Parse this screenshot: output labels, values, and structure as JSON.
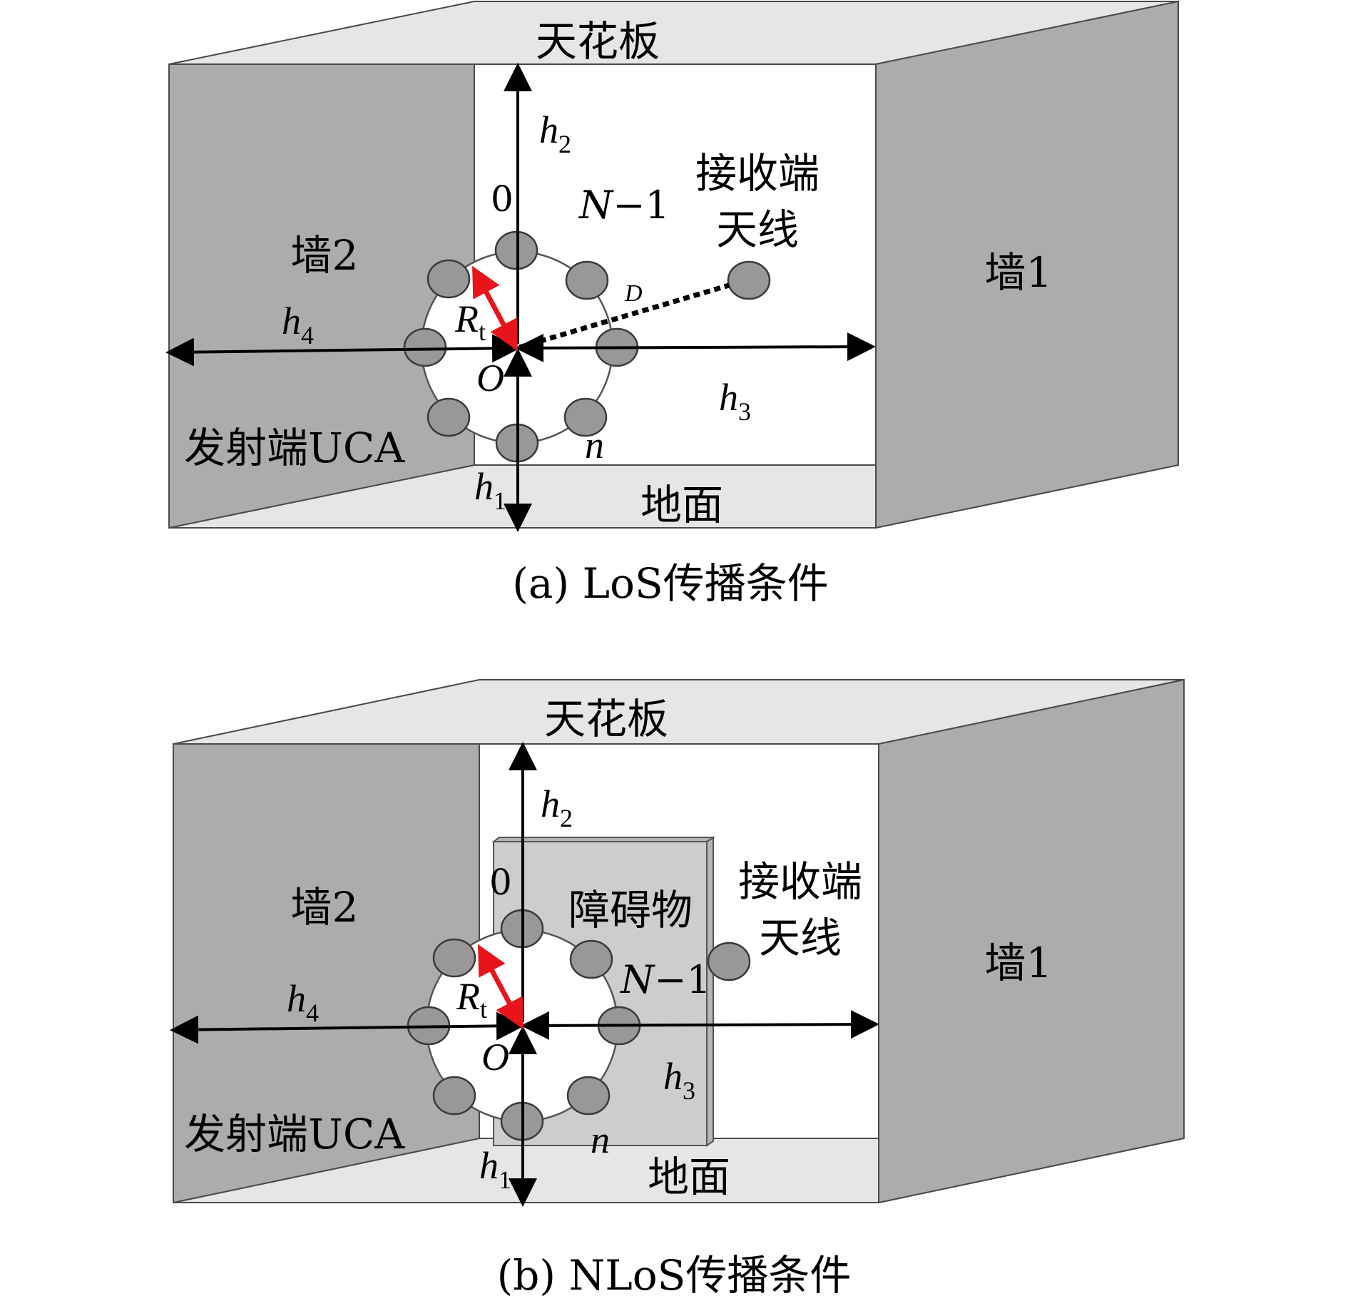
{
  "panel_a": {
    "ceiling": "天花板",
    "floor": "地面",
    "wall1": "墙1",
    "wall2": "墙2",
    "rx_line1": "接收端",
    "rx_line2": "天线",
    "tx": "发射端UCA",
    "origin": "O",
    "radius_main": "R",
    "radius_sub": "t",
    "h1_main": "h",
    "h1_sub": "1",
    "h2_main": "h",
    "h2_sub": "2",
    "h3_main": "h",
    "h3_sub": "3",
    "h4_main": "h",
    "h4_sub": "4",
    "index_zero": "0",
    "index_last_italic": "N",
    "index_last_rest": "−1",
    "index_n": "n",
    "distance": "D",
    "caption": "(a) LoS传播条件"
  },
  "panel_b": {
    "ceiling": "天花板",
    "floor": "地面",
    "wall1": "墙1",
    "wall2": "墙2",
    "rx_line1": "接收端",
    "rx_line2": "天线",
    "tx": "发射端UCA",
    "obstacle": "障碍物",
    "origin": "O",
    "radius_main": "R",
    "radius_sub": "t",
    "h1_main": "h",
    "h1_sub": "1",
    "h2_main": "h",
    "h2_sub": "2",
    "h3_main": "h",
    "h3_sub": "3",
    "h4_main": "h",
    "h4_sub": "4",
    "index_zero": "0",
    "index_last_italic": "N",
    "index_last_rest": "−1",
    "index_n": "n",
    "caption": "(b) NLoS传播条件"
  },
  "colors": {
    "wall": "#aeacab",
    "ceiling_floor": "#e6e6e6",
    "antenna": "#9a9897",
    "radius_arrow": "#e8141a",
    "obstacle": "#cfcdcc"
  }
}
